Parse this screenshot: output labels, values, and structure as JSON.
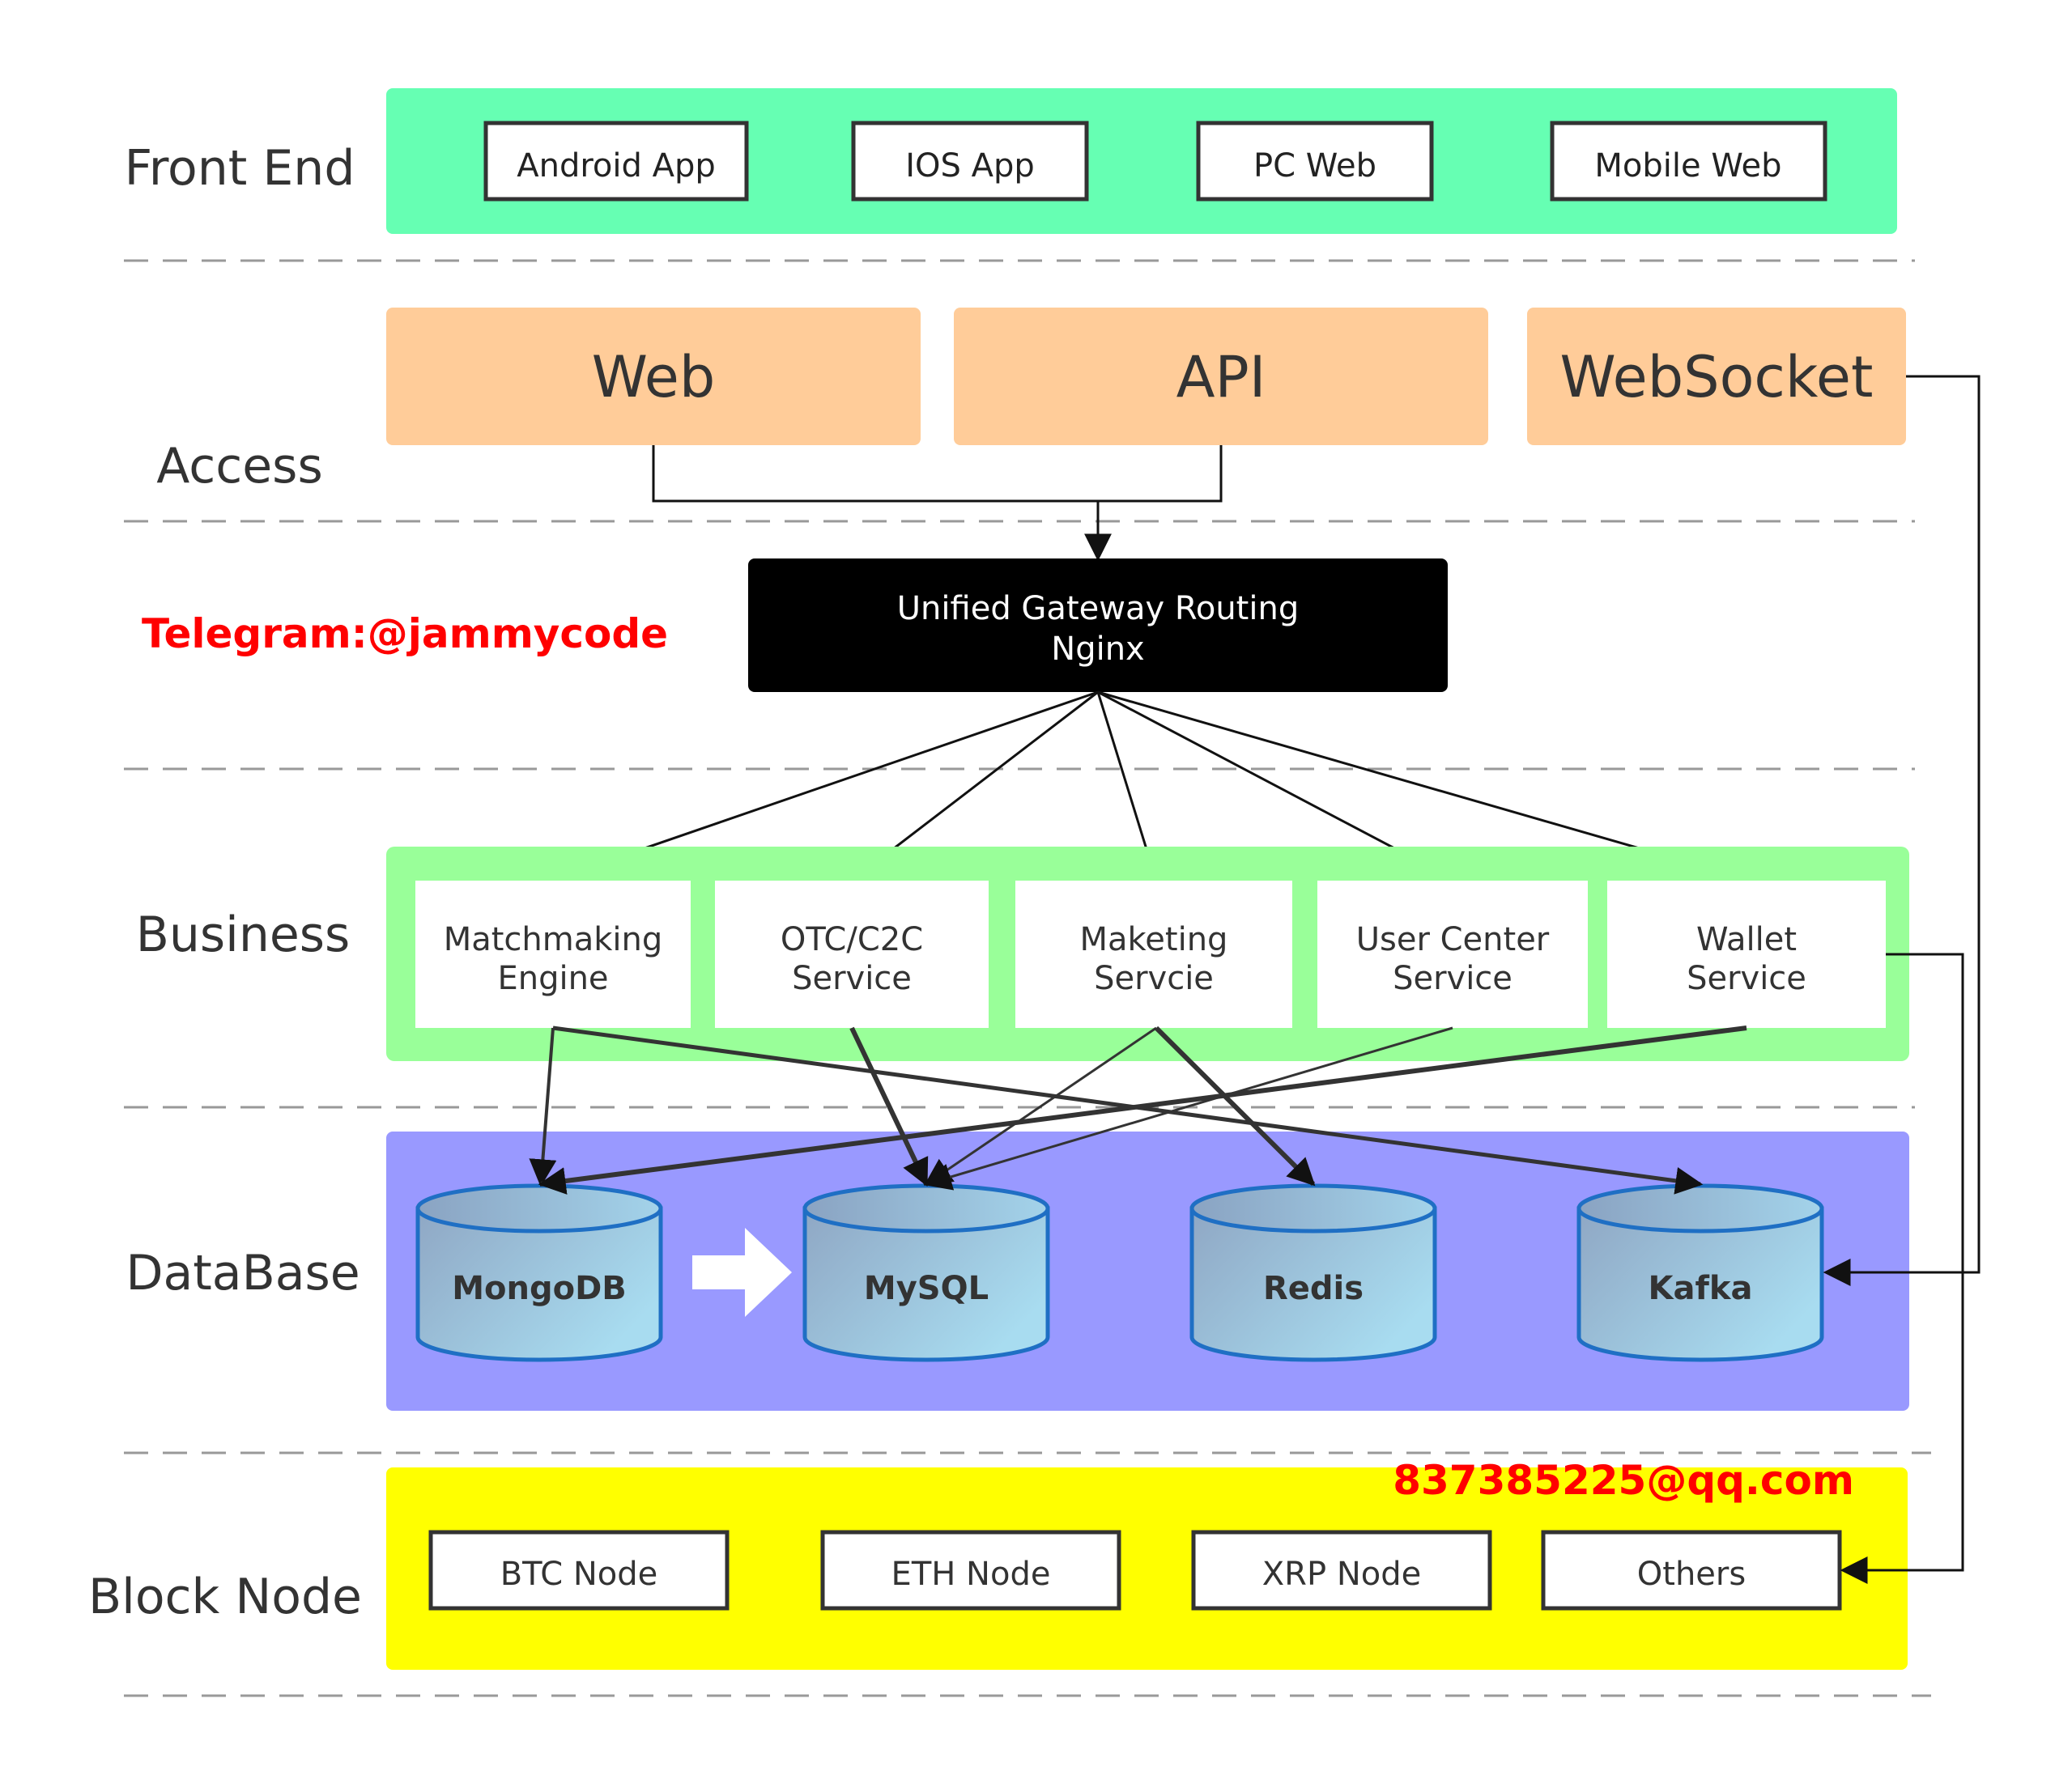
{
  "layers": {
    "front_end": "Front End",
    "access": "Access",
    "business": "Business",
    "database": "DataBase",
    "block_node": "Block Node"
  },
  "front_end": {
    "items": [
      "Android App",
      "IOS App",
      "PC Web",
      "Mobile Web"
    ]
  },
  "access": {
    "items": [
      "Web",
      "API",
      "WebSocket"
    ]
  },
  "gateway": {
    "line1": "Unified Gateway Routing",
    "line2": "Nginx"
  },
  "business": {
    "items": [
      {
        "line1": "Matchmaking",
        "line2": "Engine"
      },
      {
        "line1": "OTC/C2C",
        "line2": "Service"
      },
      {
        "line1": "Maketing",
        "line2": "Servcie"
      },
      {
        "line1": "User Center",
        "line2": "Service"
      },
      {
        "line1": "Wallet",
        "line2": "Service"
      }
    ]
  },
  "database": {
    "items": [
      "MongoDB",
      "MySQL",
      "Redis",
      "Kafka"
    ]
  },
  "block_node": {
    "items": [
      "BTC Node",
      "ETH Node",
      "XRP Node",
      "Others"
    ]
  },
  "watermarks": {
    "telegram": "Telegram:@jammycode",
    "email": "837385225@qq.com"
  },
  "colors": {
    "front_end_band": "#66ffb3",
    "access_box": "#ffcc99",
    "gateway": "#000000",
    "business_band": "#99ff99",
    "database_band": "#9999ff",
    "block_node_band": "#ffff00",
    "cylinder_stroke": "#1f6fc4",
    "watermark": "#ff0000"
  }
}
